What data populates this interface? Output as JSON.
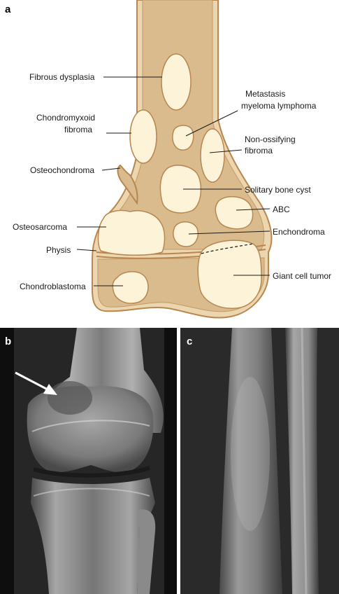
{
  "panels": {
    "a": "a",
    "b": "b",
    "c": "c"
  },
  "labels": {
    "fibrous_dysplasia": "Fibrous dysplasia",
    "chondromyxoid_line1": "Chondromyxoid",
    "chondromyxoid_line2": "fibroma",
    "osteochondroma": "Osteochondroma",
    "osteosarcoma": "Osteosarcoma",
    "physis": "Physis",
    "chondroblastoma": "Chondroblastoma",
    "metastasis_line1": "Metastasis",
    "metastasis_line2": "myeloma lymphoma",
    "non_ossifying_line1": "Non-ossifying",
    "non_ossifying_line2": "fibroma",
    "solitary_bone_cyst": "Solitary bone cyst",
    "abc": "ABC",
    "enchondroma": "Enchondroma",
    "giant_cell_tumor": "Giant cell tumor"
  },
  "colors": {
    "bone_outline": "#b8864e",
    "bone_fill": "#d9bb8e",
    "cortex_fill": "#ecd6b0",
    "lesion_fill": "#fdf3d8",
    "xray_dark": "#0e0e0e"
  }
}
